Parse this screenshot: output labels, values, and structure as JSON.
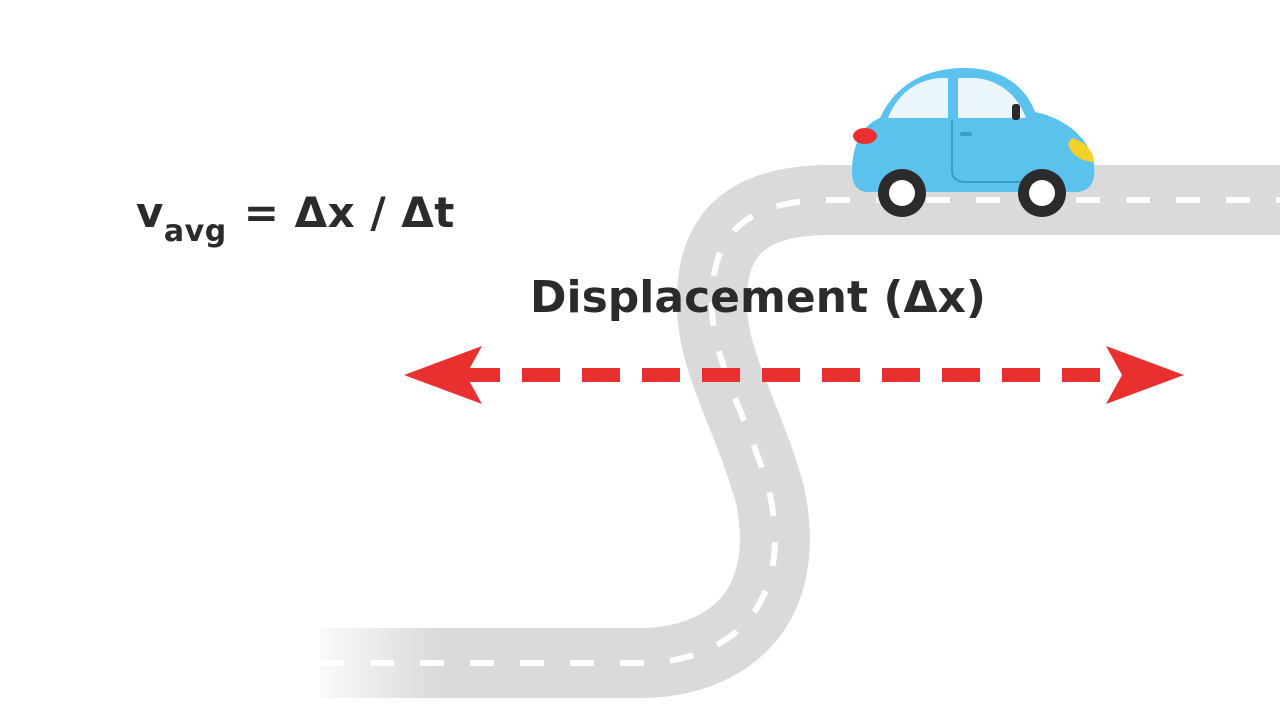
{
  "formula": {
    "variable": "v",
    "subscript": "avg",
    "rhs": " = Δx / Δt"
  },
  "displacement_label": "Displacement (Δx)",
  "colors": {
    "road": "#dadada",
    "road_markings": "#ffffff",
    "arrow": "#e8312f",
    "car_body": "#5bc2ee",
    "car_window": "#eaf6fc",
    "tail_light": "#e8312f",
    "head_light": "#f3d02a",
    "tire": "#2b2b2b",
    "text": "#2b2b2b"
  }
}
